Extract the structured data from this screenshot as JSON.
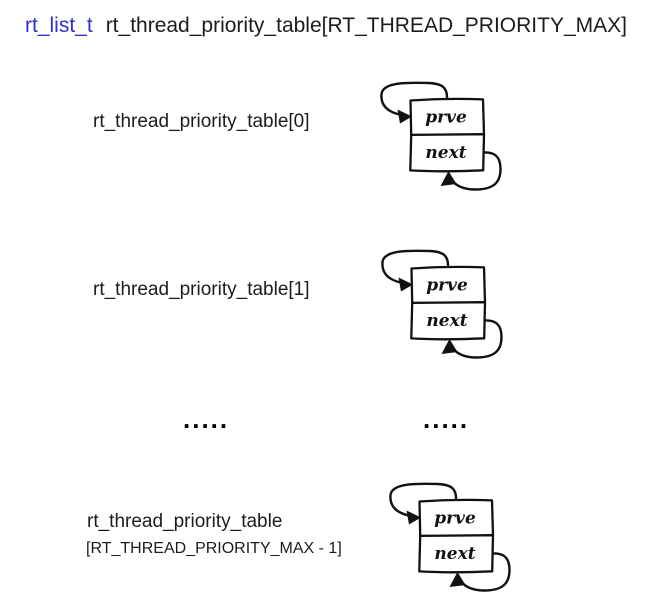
{
  "title": {
    "type_name": "rt_list_t",
    "declaration": "rt_thread_priority_table[RT_THREAD_PRIORITY_MAX]"
  },
  "rows": [
    {
      "label": "rt_thread_priority_table[0]"
    },
    {
      "label": "rt_thread_priority_table[1]"
    }
  ],
  "ellipsis": {
    "left": ".....",
    "right": "....."
  },
  "last_row": {
    "label_line1": "rt_thread_priority_table",
    "label_line2": "[RT_THREAD_PRIORITY_MAX - 1]"
  },
  "node": {
    "prev_field": "prve",
    "next_field": "next"
  },
  "colors": {
    "link_blue": "#3130cd",
    "text_black": "#1c1c1c",
    "stroke_black": "#111111",
    "background": "#ffffff"
  }
}
